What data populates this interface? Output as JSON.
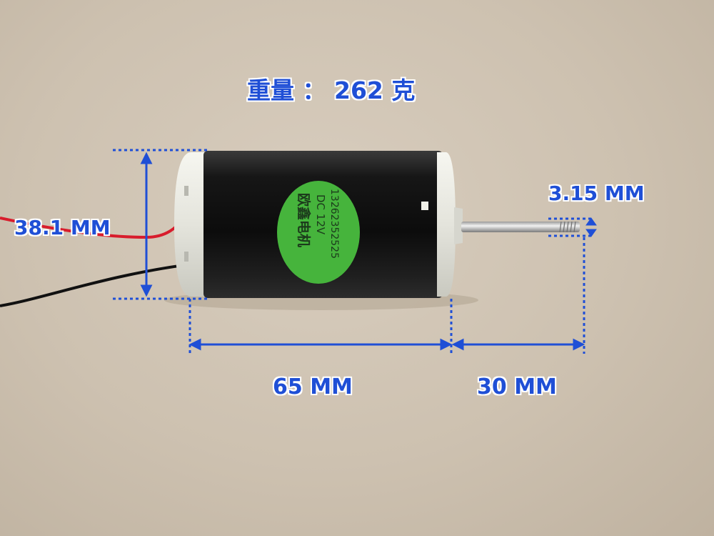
{
  "labels": {
    "weight": "重量 ： 262 克",
    "diameter": "38.1 MM",
    "shaft_diameter": "3.15 MM",
    "body_length": "65 MM",
    "shaft_length": "30 MM"
  },
  "sticker": {
    "brand": "欧鑫电机",
    "voltage": "DC 12V",
    "serial": "13262352525"
  },
  "colors": {
    "dimension_lines": "#1f4fd6",
    "motor_body": "#1b1b1b",
    "end_caps": "#e9e9e2",
    "sticker": "#46b43c",
    "red_wire": "#d81c2c",
    "black_wire": "#111111"
  }
}
